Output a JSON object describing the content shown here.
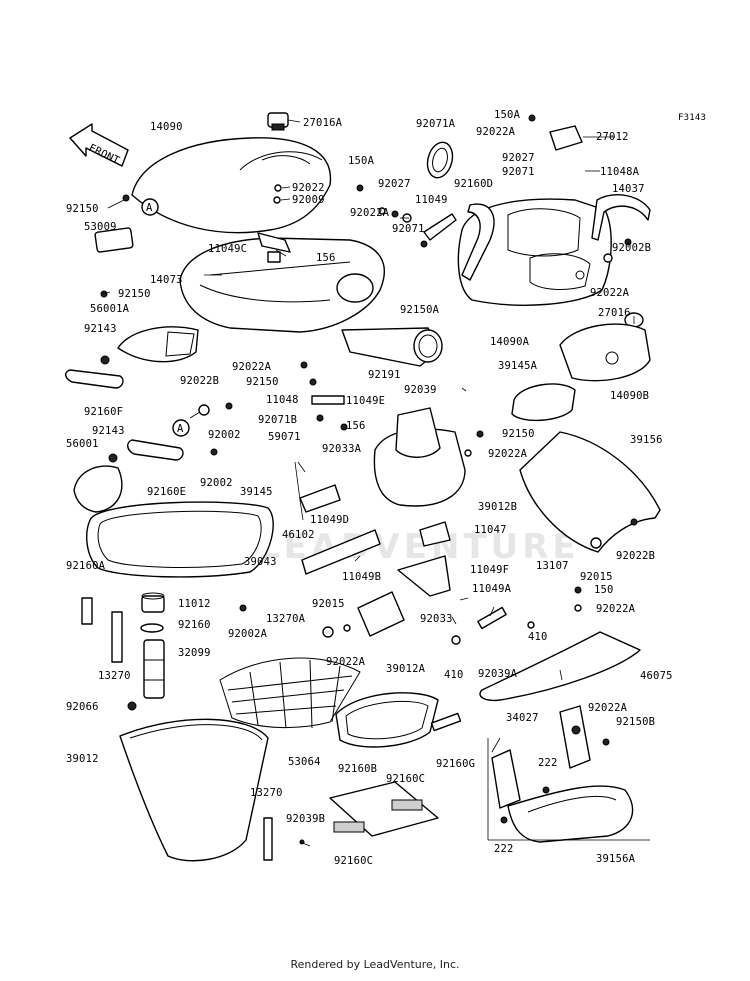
{
  "diagram_code": "F3143",
  "front_label": "FRONT",
  "callout_marker": "A",
  "watermark": "LEADVENTURE",
  "footer_text": "Rendered by LeadVenture, Inc.",
  "part_labels": [
    "14090",
    "27016A",
    "92071A",
    "150A",
    "92022A",
    "27012",
    "F3143",
    "150A",
    "92022",
    "92009",
    "92027",
    "92160D",
    "92071",
    "11048A",
    "14037",
    "92150",
    "53009",
    "11049C",
    "156",
    "92022A",
    "11049",
    "92071",
    "14073",
    "92002B",
    "92150",
    "56001A",
    "92150A",
    "92022A",
    "27016",
    "14090A",
    "92143",
    "92022A",
    "92191",
    "92150",
    "92039",
    "39145A",
    "92160F",
    "14090B",
    "92022B",
    "11048",
    "11049E",
    "92071B",
    "156",
    "92002",
    "92150",
    "39156",
    "92143",
    "59071",
    "92033A",
    "92022A",
    "56001",
    "92160E",
    "92002",
    "39145",
    "39012B",
    "11049D",
    "11047",
    "46102",
    "39043",
    "11049F",
    "92022B",
    "92015",
    "11049B",
    "13107",
    "150",
    "92160A",
    "11049A",
    "92022A",
    "11012",
    "13270A",
    "92015",
    "92033",
    "92160",
    "92002A",
    "410",
    "13270",
    "32099",
    "92022A",
    "410",
    "92039A",
    "46075",
    "39012A",
    "92066",
    "34027",
    "92022A",
    "92150B",
    "92160G",
    "39012",
    "53064",
    "92160B",
    "222",
    "92160C",
    "13270",
    "92039B",
    "222",
    "92160C",
    "39156A"
  ]
}
